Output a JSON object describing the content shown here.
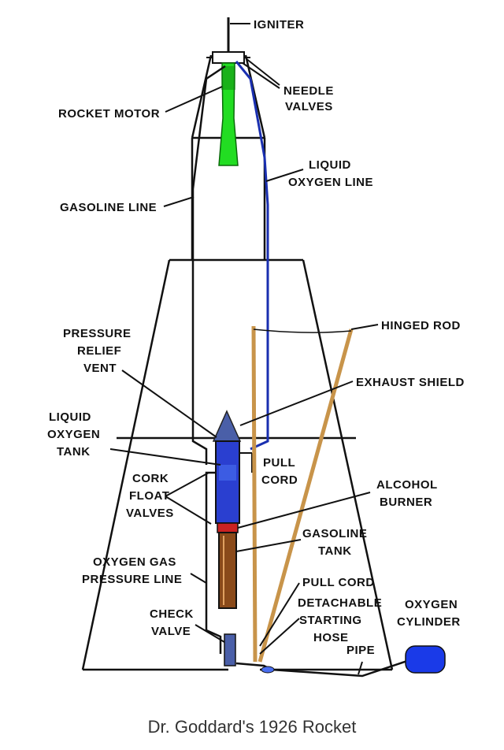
{
  "labels": {
    "igniter": "IGNITER",
    "needle_valves_1": "NEEDLE",
    "needle_valves_2": "VALVES",
    "rocket_motor": "ROCKET MOTOR",
    "liquid_oxygen_line_1": "LIQUID",
    "liquid_oxygen_line_2": "OXYGEN LINE",
    "gasoline_line": "GASOLINE LINE",
    "hinged_rod": "HINGED ROD",
    "pressure_relief_vent_1": "PRESSURE",
    "pressure_relief_vent_2": "RELIEF",
    "pressure_relief_vent_3": "VENT",
    "exhaust_shield": "EXHAUST SHIELD",
    "liquid_oxygen_tank_1": "LIQUID",
    "liquid_oxygen_tank_2": "OXYGEN",
    "liquid_oxygen_tank_3": "TANK",
    "pull_cord_upper_1": "PULL",
    "pull_cord_upper_2": "CORD",
    "cork_float_valves_1": "CORK",
    "cork_float_valves_2": "FLOAT",
    "cork_float_valves_3": "VALVES",
    "alcohol_burner_1": "ALCOHOL",
    "alcohol_burner_2": "BURNER",
    "oxygen_gas_pressure_line_1": "OXYGEN GAS",
    "oxygen_gas_pressure_line_2": "PRESSURE LINE",
    "gasoline_tank_1": "GASOLINE",
    "gasoline_tank_2": "TANK",
    "pull_cord_lower": "PULL CORD",
    "check_valve_1": "CHECK",
    "check_valve_2": "VALVE",
    "detachable_starting_hose_1": "DETACHABLE",
    "detachable_starting_hose_2": "STARTING",
    "detachable_starting_hose_3": "HOSE",
    "oxygen_cylinder_1": "OXYGEN",
    "oxygen_cylinder_2": "CYLINDER",
    "pipe": "PIPE"
  },
  "caption": "Dr. Goddard's 1926 Rocket",
  "colors": {
    "motor": "#22dd22",
    "oxygen_line": "#1a2fb0",
    "tank": "#2a3fd0",
    "rod": "#c8944a",
    "shield": "#4a5fa8",
    "gasoline_tank": "#8a4a1a",
    "burner": "#cc2222",
    "cylinder": "#1a3ae8"
  }
}
